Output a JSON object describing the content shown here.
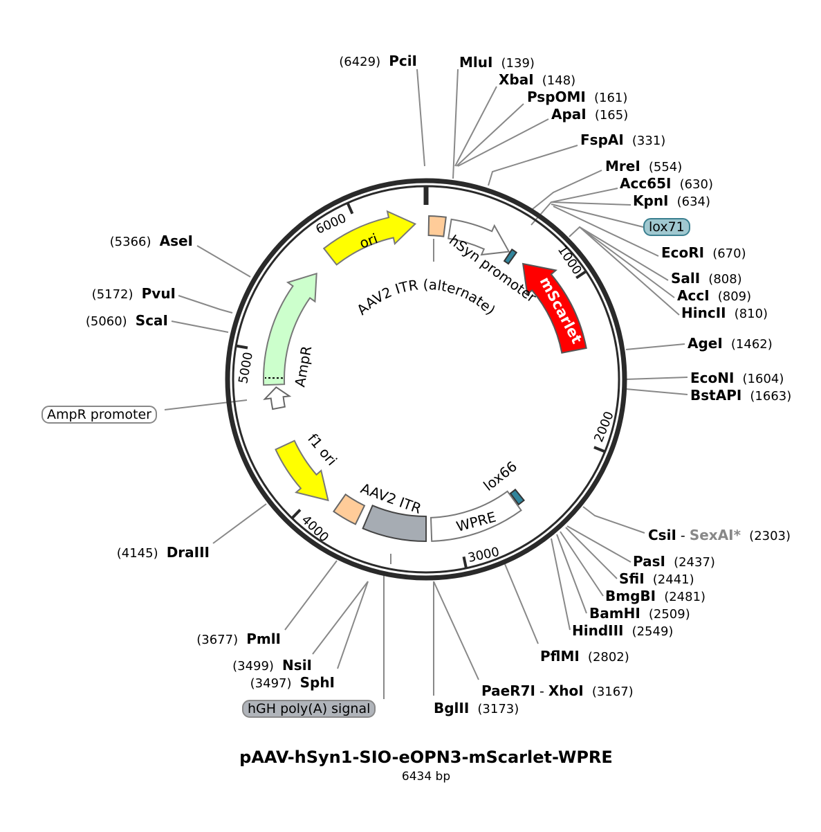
{
  "plasmid": {
    "name": "pAAV-hSyn1-SIO-eOPN3-mScarlet-WPRE",
    "length": "6434 bp"
  },
  "ticks": [
    "1000",
    "2000",
    "3000",
    "4000",
    "5000",
    "6000"
  ],
  "features": {
    "ori": "ori",
    "itr_alt": "AAV2 ITR (alternate)",
    "hsyn": "hSyn promoter",
    "mscarlet": "mScarlet",
    "ampr": "AmpR",
    "f1ori": "f1 ori",
    "itr": "AAV2 ITR",
    "wpre": "WPRE",
    "lox66": "lox66",
    "lox71": "lox71",
    "ampr_promoter": "AmpR promoter",
    "hgh": "hGH poly(A) signal"
  },
  "colors": {
    "ori": "#ffff00",
    "itr": "#ffcc99",
    "mscarlet": "#ff0000",
    "ampr": "#ccffcc",
    "hgh": "#a6acb3",
    "lox": "#31849b",
    "lox71_pill": "#a0c8d0",
    "hgh_pill": "#b0b4ba"
  },
  "sites": {
    "PciI": {
      "name": "PciI",
      "pos": "(6429)"
    },
    "MluI": {
      "name": "MluI",
      "pos": "(139)"
    },
    "XbaI": {
      "name": "XbaI",
      "pos": "(148)"
    },
    "PspOMI": {
      "name": "PspOMI",
      "pos": "(161)"
    },
    "ApaI": {
      "name": "ApaI",
      "pos": "(165)"
    },
    "FspAI": {
      "name": "FspAI",
      "pos": "(331)"
    },
    "MreI": {
      "name": "MreI",
      "pos": "(554)"
    },
    "Acc65I": {
      "name": "Acc65I",
      "pos": "(630)"
    },
    "KpnI": {
      "name": "KpnI",
      "pos": "(634)"
    },
    "EcoRI": {
      "name": "EcoRI",
      "pos": "(670)"
    },
    "SalI": {
      "name": "SalI",
      "pos": "(808)"
    },
    "AccI": {
      "name": "AccI",
      "pos": "(809)"
    },
    "HincII": {
      "name": "HincII",
      "pos": "(810)"
    },
    "AgeI": {
      "name": "AgeI",
      "pos": "(1462)"
    },
    "EcoNI": {
      "name": "EcoNI",
      "pos": "(1604)"
    },
    "BstAPI": {
      "name": "BstAPI",
      "pos": "(1663)"
    },
    "CsiI": {
      "name": "CsiI",
      "sep": " - ",
      "alt": "SexAI*",
      "pos": "(2303)"
    },
    "PasI": {
      "name": "PasI",
      "pos": "(2437)"
    },
    "SfiI": {
      "name": "SfiI",
      "pos": "(2441)"
    },
    "BmgBI": {
      "name": "BmgBI",
      "pos": "(2481)"
    },
    "BamHI": {
      "name": "BamHI",
      "pos": "(2509)"
    },
    "HindIII": {
      "name": "HindIII",
      "pos": "(2549)"
    },
    "PflMI": {
      "name": "PflMI",
      "pos": "(2802)"
    },
    "XhoI": {
      "name": "PaeR7I",
      "sep": " - ",
      "alt": "XhoI",
      "pos": "(3167)"
    },
    "BglII": {
      "name": "BglII",
      "pos": "(3173)"
    },
    "SphI": {
      "name": "SphI",
      "pos": "(3497)"
    },
    "NsiI": {
      "name": "NsiI",
      "pos": "(3499)"
    },
    "PmlI": {
      "name": "PmlI",
      "pos": "(3677)"
    },
    "DraIII": {
      "name": "DraIII",
      "pos": "(4145)"
    },
    "ScaI": {
      "name": "ScaI",
      "pos": "(5060)"
    },
    "PvuI": {
      "name": "PvuI",
      "pos": "(5172)"
    },
    "AseI": {
      "name": "AseI",
      "pos": "(5366)"
    }
  }
}
